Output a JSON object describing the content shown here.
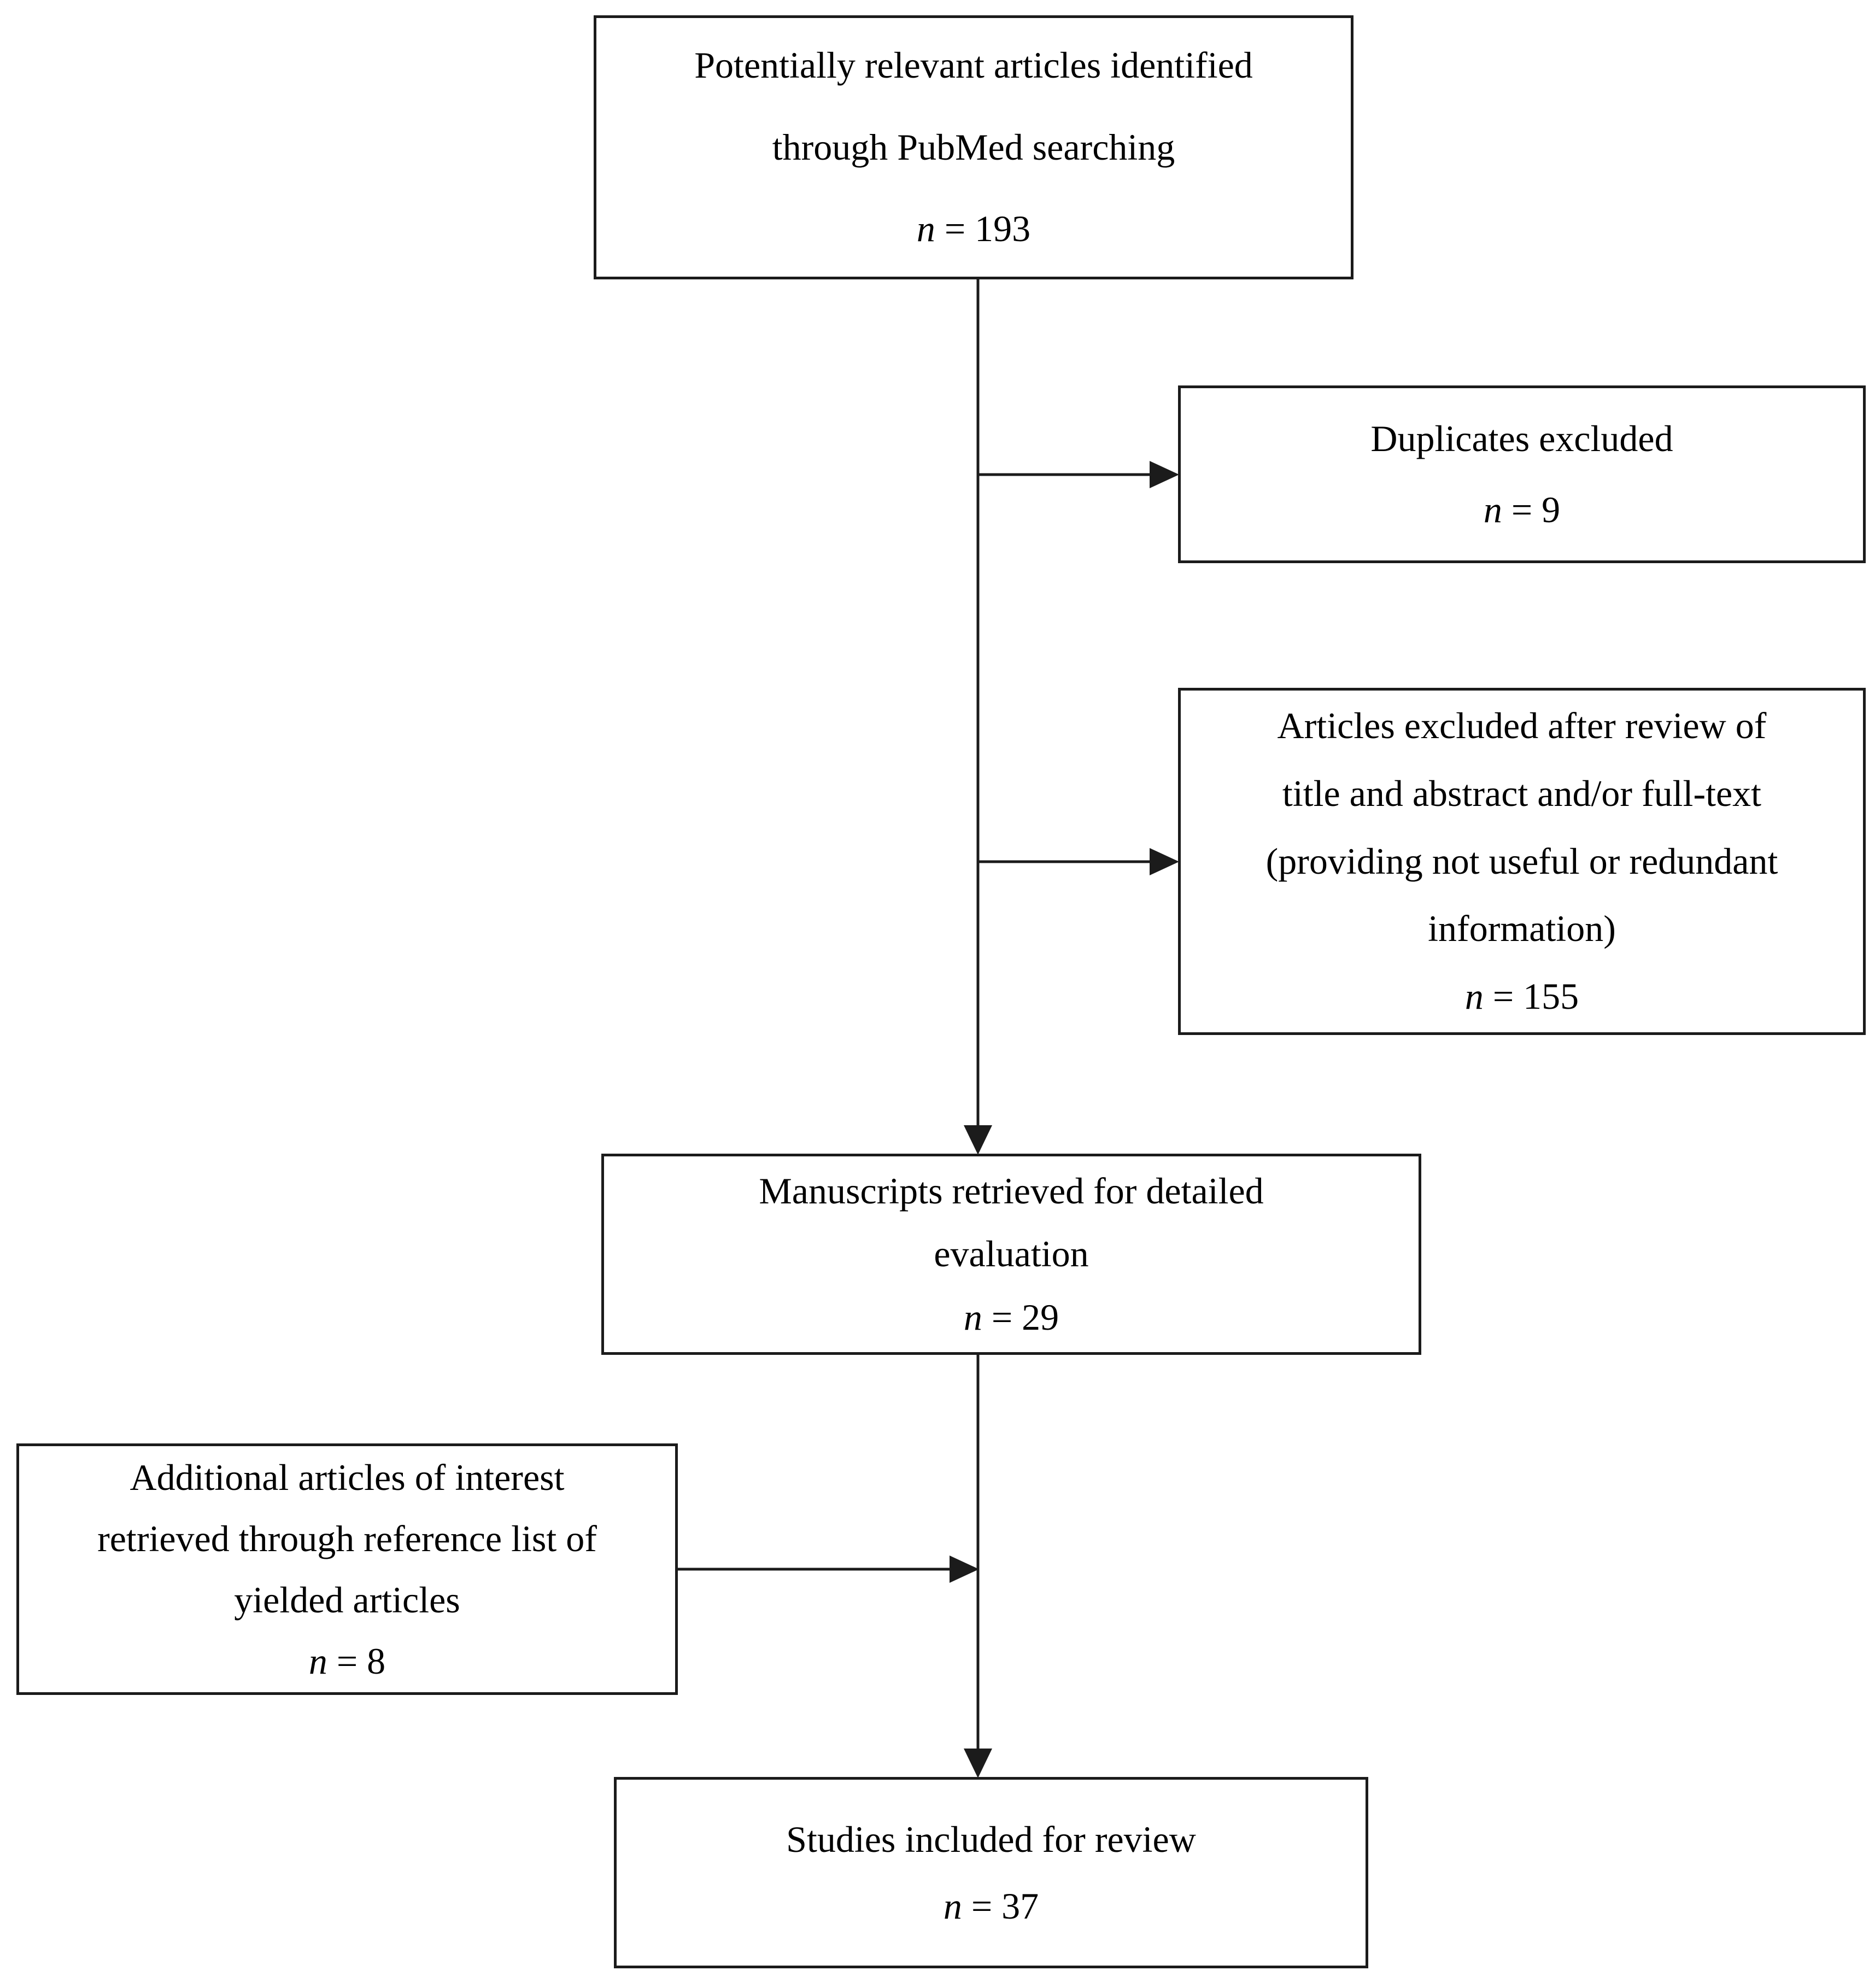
{
  "diagram": {
    "type": "flowchart",
    "colors": {
      "background": "#ffffff",
      "line": "#1b1b1b",
      "text": "#000000"
    },
    "boxes": [
      {
        "id": "identified",
        "lines": [
          "Potentially relevant articles identified",
          "through PubMed searching"
        ],
        "n_symbol": "n",
        "n_value": "= 193"
      },
      {
        "id": "duplicates",
        "lines": [
          "Duplicates excluded"
        ],
        "n_symbol": "n",
        "n_value": "= 9"
      },
      {
        "id": "excluded-after-review",
        "lines": [
          "Articles excluded after review of",
          "title and abstract and/or full-text",
          "(providing not useful or redundant",
          "information)"
        ],
        "n_symbol": "n",
        "n_value": "= 155"
      },
      {
        "id": "manuscripts-retrieved",
        "lines": [
          "Manuscripts retrieved for detailed",
          "evaluation"
        ],
        "n_symbol": "n",
        "n_value": "= 29"
      },
      {
        "id": "additional-articles",
        "lines": [
          "Additional articles of interest",
          "retrieved through reference list of",
          "yielded articles"
        ],
        "n_symbol": "n",
        "n_value": "= 8"
      },
      {
        "id": "studies-included",
        "lines": [
          "Studies included for review"
        ],
        "n_symbol": "n",
        "n_value": "= 37"
      }
    ]
  }
}
